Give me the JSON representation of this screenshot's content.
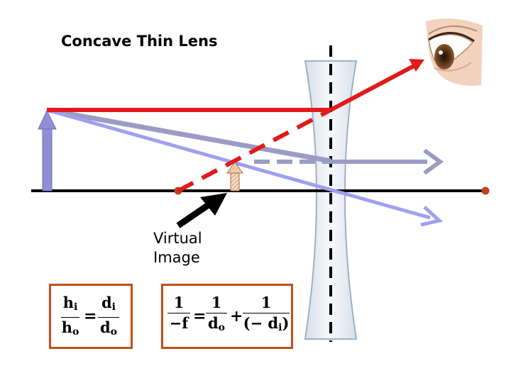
{
  "title": "Concave Thin Lens",
  "virtual_image_label": [
    "Virtual",
    "Image"
  ],
  "magnification_equation": {
    "lhs_num": "h",
    "lhs_num_sub": "i",
    "lhs_den": "h",
    "lhs_den_sub": "o",
    "equals": "=",
    "rhs_num": "d",
    "rhs_num_sub": "i",
    "rhs_den": "d",
    "rhs_den_sub": "o"
  },
  "lens_equation": {
    "lhs_num": "1",
    "lhs_den": "−f",
    "equals": "=",
    "t1_num": "1",
    "t1_den": "d",
    "t1_den_sub": "o",
    "plus": "+",
    "t2_num": "1",
    "t2_den": "(− d",
    "t2_den_sub": "i",
    "t2_den_close": ")"
  },
  "colors": {
    "axis": "#000000",
    "ray_red": "#e21a1a",
    "ray_gray": "#9a9cc4",
    "ray_blue": "#9f9ff0",
    "object": "#8f8fd8",
    "image": "#d9a576",
    "focal_point": "#c0401a",
    "box_border": "#c0501a",
    "lens_fill": "#e6edf5"
  },
  "icons": [
    "eye-icon",
    "object-arrow",
    "image-arrow",
    "pointer-arrow"
  ]
}
